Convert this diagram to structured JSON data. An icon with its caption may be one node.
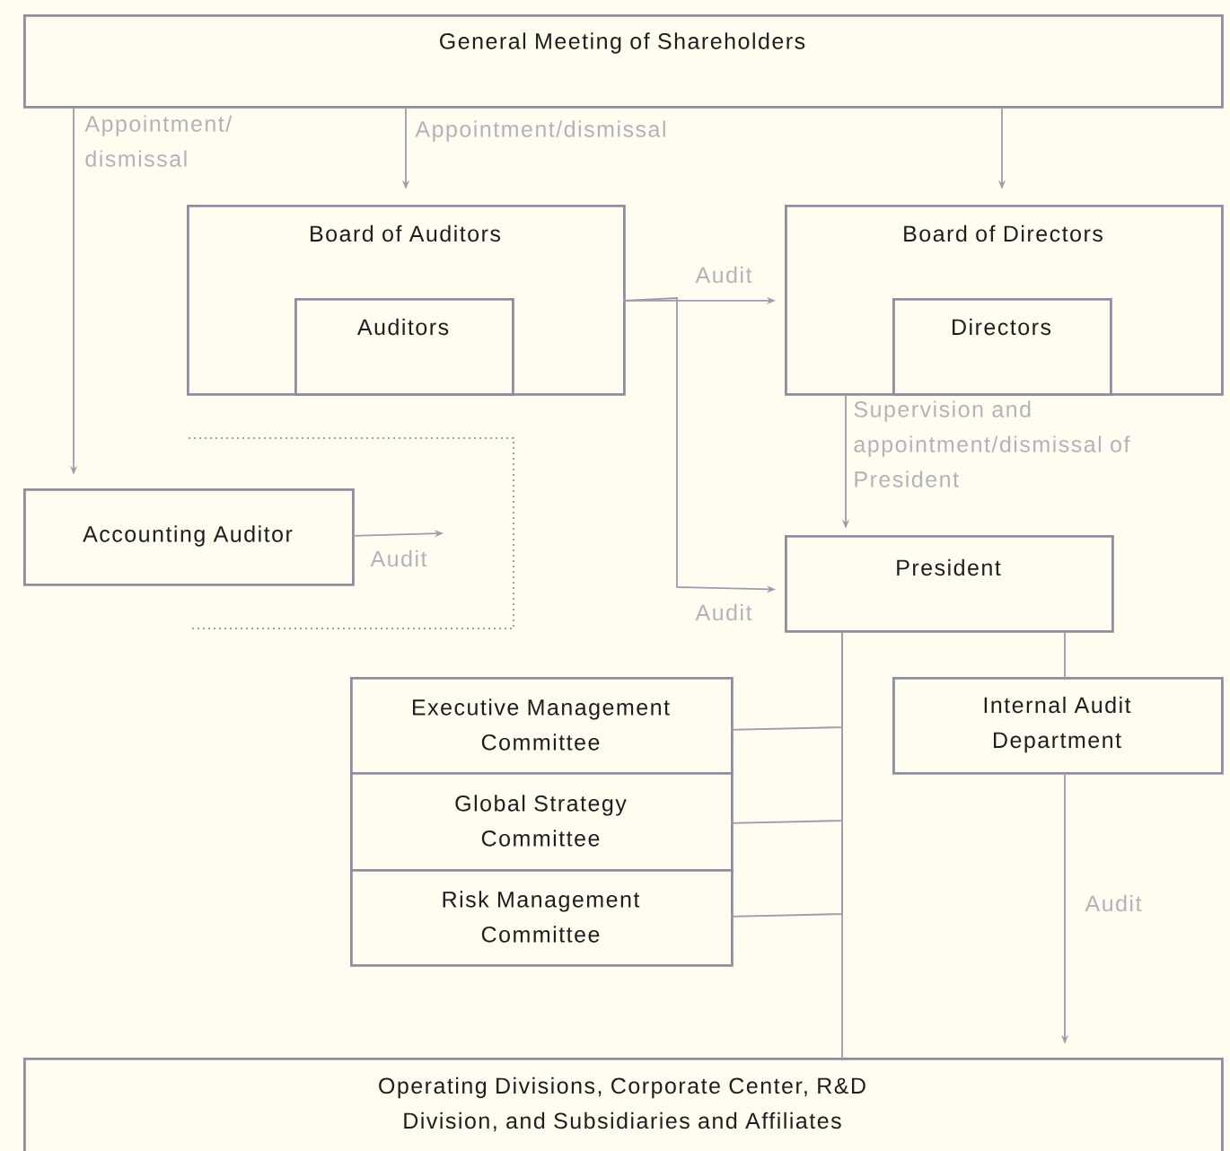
{
  "diagram": {
    "nodes": [
      {
        "text": [
          "General Meeting of Shareholders"
        ]
      },
      {
        "text": [
          "Board of Auditors"
        ]
      },
      {
        "text": [
          "Auditors"
        ],
        "in": 1
      },
      {
        "text": [
          "Board of Directors"
        ]
      },
      {
        "text": [
          "Directors"
        ],
        "in": 3
      },
      {
        "text": [
          "Accounting Auditor"
        ]
      },
      {
        "text": [
          "President"
        ]
      },
      {
        "text": [
          "Executive Management Committee"
        ]
      },
      {
        "text": [
          "Global Strategy Committee"
        ]
      },
      {
        "text": [
          "Risk Management Committee"
        ]
      },
      {
        "text": [
          "Internal Audit Department"
        ]
      },
      {
        "text": [
          "Operating Divisions, Corporate Center, R&D Division, and Subsidiaries and Affiliates"
        ]
      }
    ],
    "edges": [
      {
        "from": 0,
        "to": 5,
        "arrow": "to",
        "label": "Appointment/ dismissal"
      },
      {
        "from": 0,
        "to": 1,
        "arrow": "to",
        "label": "Appointment/dismissal"
      },
      {
        "from": 0,
        "to": 3,
        "arrow": "to"
      },
      {
        "from": 1,
        "to": 3,
        "arrow": "to",
        "label": "Audit"
      },
      {
        "from": 1,
        "to": 6,
        "arrow": "to",
        "label": "Audit"
      },
      {
        "from": 3,
        "to": 6,
        "arrow": "to",
        "label": "Supervision and appointment/dismissal of President"
      },
      {
        "from": 5,
        "to": null,
        "arrow": "to",
        "label": "Audit"
      },
      {
        "from": 6,
        "to": 11,
        "arrow": "none"
      },
      {
        "from": 7,
        "to": 6,
        "arrow": "none"
      },
      {
        "from": 8,
        "to": 6,
        "arrow": "none"
      },
      {
        "from": 9,
        "to": 6,
        "arrow": "none"
      },
      {
        "from": 6,
        "to": 10,
        "arrow": "none"
      },
      {
        "from": 10,
        "to": 11,
        "arrow": "to",
        "label": "Audit"
      }
    ]
  }
}
